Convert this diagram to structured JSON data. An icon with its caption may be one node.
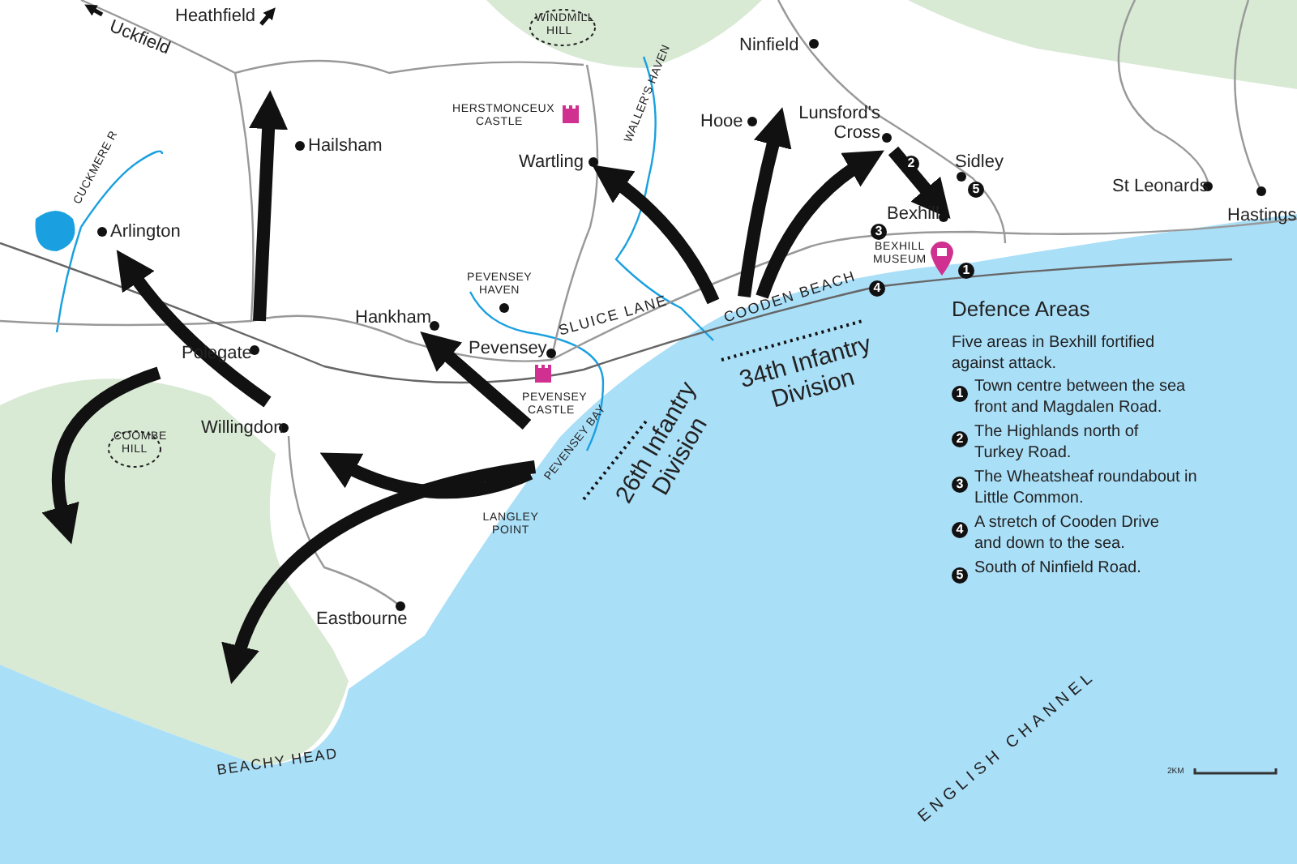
{
  "diagram": {
    "labels": [
      "Uckfield",
      "Heathfield",
      "WINDMILL HILL",
      "Ninfield",
      "HERSTMONCEUX CASTLE",
      "Hailsham",
      "WALLER'S HAVEN",
      "Hooe",
      "Lunsford's Cross",
      "Wartling",
      "Sidley",
      "St Leonards",
      "Hastings",
      "CUCKMERE R",
      "Arlington",
      "2",
      "5",
      "Bexhill",
      "3",
      "BEXHILL MUSEUM",
      "1",
      "4",
      "PEVENSEY HAVEN",
      "Hankham",
      "Polegate",
      "SLUICE LANE",
      "COODEN BEACH",
      "Pevensey",
      "PEVENSEY CASTLE",
      "Defence Areas",
      "Five areas in Bexhill fortified against attack.",
      "1",
      "Town centre between the sea front and Magdalen Road.",
      "2",
      "The Highlands north of Turkey Road.",
      "3",
      "The Wheatsheaf roundabout in Little Common.",
      "4",
      "A stretch of Cooden Drive and down to the sea.",
      "5",
      "South of Ninfield Road.",
      "34th Infantry Division",
      "COOMBE HILL",
      "Willingdon",
      "PEVENSEY BAY",
      "26th Infantry Division",
      "LANGLEY POINT",
      "Eastbourne",
      "BEACHY HEAD",
      "ENGLISH CHANNEL",
      "2KM"
    ]
  }
}
